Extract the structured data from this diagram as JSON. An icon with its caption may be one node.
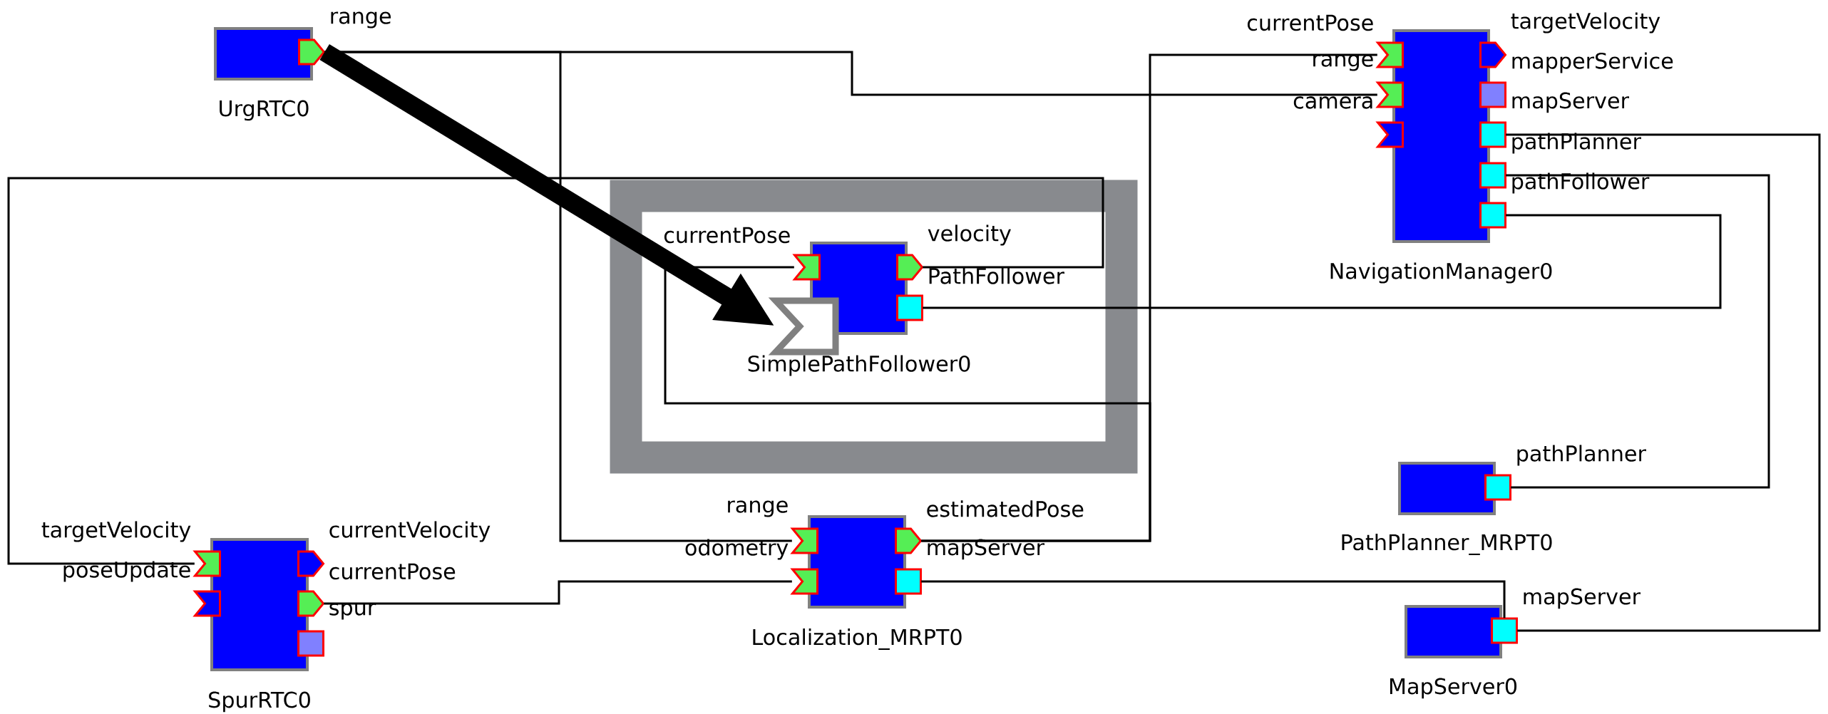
{
  "diagram": {
    "nodes": [
      {
        "text": [
          "UrgRTC0"
        ]
      },
      {
        "text": [],
        "shape": "pentagon",
        "beside": [
          "range"
        ]
      },
      {
        "text": [
          "NavigationManager0"
        ]
      },
      {
        "text": [],
        "shape": "chevron",
        "beside": [
          "currentPose"
        ]
      },
      {
        "text": [],
        "shape": "chevron",
        "beside": [
          "range"
        ]
      },
      {
        "text": [],
        "shape": "chevron",
        "beside": [
          "camera"
        ]
      },
      {
        "text": [],
        "shape": "pentagon",
        "beside": [
          "targetVelocity"
        ]
      },
      {
        "text": [],
        "shape": "box",
        "beside": [
          "mapperService"
        ]
      },
      {
        "text": [],
        "shape": "box",
        "beside": [
          "mapServer"
        ]
      },
      {
        "text": [],
        "shape": "box",
        "beside": [
          "pathPlanner"
        ]
      },
      {
        "text": [],
        "shape": "box",
        "beside": [
          "pathFollower"
        ]
      },
      {
        "text": [
          "SimplePathFollower0"
        ]
      },
      {
        "text": [],
        "shape": "chevron",
        "beside": [
          "currentPose"
        ]
      },
      {
        "text": [],
        "shape": "pentagon",
        "beside": [
          "velocity"
        ]
      },
      {
        "text": [],
        "shape": "box",
        "beside": [
          "PathFollower"
        ]
      },
      {
        "text": [],
        "shape": "chevron"
      },
      {
        "text": [
          "PathPlanner_MRPT0"
        ]
      },
      {
        "text": [],
        "shape": "box",
        "beside": [
          "pathPlanner"
        ]
      },
      {
        "text": [
          "SpurRTC0"
        ]
      },
      {
        "text": [],
        "shape": "chevron",
        "beside": [
          "targetVelocity"
        ]
      },
      {
        "text": [],
        "shape": "chevron",
        "beside": [
          "poseUpdate"
        ]
      },
      {
        "text": [],
        "shape": "pentagon",
        "beside": [
          "currentVelocity"
        ]
      },
      {
        "text": [],
        "shape": "pentagon",
        "beside": [
          "currentPose"
        ]
      },
      {
        "text": [],
        "shape": "box",
        "beside": [
          "spur"
        ]
      },
      {
        "text": [
          "Localization_MRPT0"
        ]
      },
      {
        "text": [],
        "shape": "chevron",
        "beside": [
          "range"
        ]
      },
      {
        "text": [],
        "shape": "chevron",
        "beside": [
          "odometry"
        ]
      },
      {
        "text": [],
        "shape": "pentagon",
        "beside": [
          "estimatedPose"
        ]
      },
      {
        "text": [],
        "shape": "box",
        "beside": [
          "mapServer"
        ]
      },
      {
        "text": [
          "MapServer0"
        ]
      },
      {
        "text": [],
        "shape": "box",
        "beside": [
          "mapServer"
        ]
      }
    ],
    "edges": [
      {
        "from": 1,
        "to": 4,
        "arrow": "none"
      },
      {
        "from": 1,
        "to": 25,
        "arrow": "none"
      },
      {
        "from": 27,
        "to": 3,
        "arrow": "none"
      },
      {
        "from": 27,
        "to": 12,
        "arrow": "none"
      },
      {
        "from": 13,
        "to": 19,
        "arrow": "none"
      },
      {
        "from": 22,
        "to": 26,
        "arrow": "none"
      },
      {
        "from": 14,
        "to": 10,
        "arrow": "none"
      },
      {
        "from": 9,
        "to": 17,
        "arrow": "none"
      },
      {
        "from": 8,
        "to": 30,
        "arrow": "none"
      },
      {
        "from": 28,
        "to": 30,
        "arrow": "none"
      },
      {
        "from": 1,
        "to": 15,
        "arrow": "to",
        "style": "thick"
      }
    ]
  }
}
